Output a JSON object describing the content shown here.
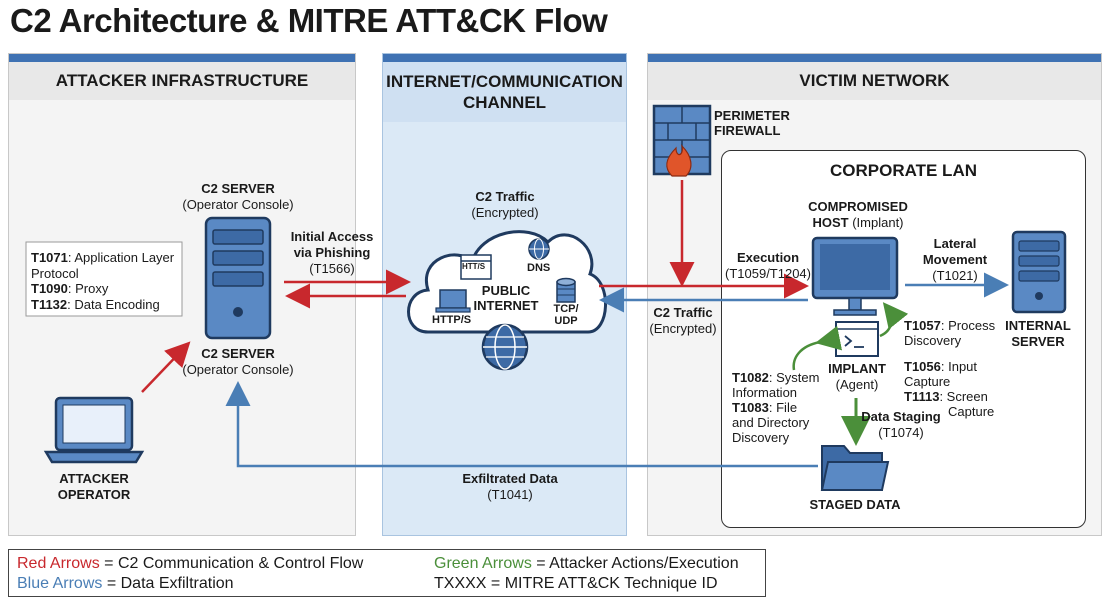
{
  "title": "C2 Architecture & MITRE ATT&CK Flow",
  "colors": {
    "red_arrow": "#c8282d",
    "blue_arrow": "#4a7eb5",
    "green_arrow": "#4b8f3a",
    "panel_header_accent": "#3f72b3",
    "internet_panel_bg": "#dbe9f6"
  },
  "panels": {
    "attacker": "ATTACKER INFRASTRUCTURE",
    "internet": [
      "INTERNET/COMMUNICATION",
      "CHANNEL"
    ],
    "victim": "VICTIM NETWORK"
  },
  "attacker": {
    "c2_server_top": {
      "name": "C2 SERVER",
      "sub": "(Operator Console)"
    },
    "c2_server_bottom": {
      "name": "C2 SERVER",
      "sub": "(Operator Console)"
    },
    "techniques_box": [
      {
        "id": "T1071",
        "desc": "Application Layer"
      },
      {
        "id": "",
        "desc": "Protocol"
      },
      {
        "id": "T1090",
        "desc": "Proxy"
      },
      {
        "id": "T1132",
        "desc": "Data Encoding"
      }
    ],
    "operator": [
      "ATTACKER",
      "OPERATOR"
    ]
  },
  "internet": {
    "c2_traffic": {
      "label": "C2 Traffic",
      "sub": "(Encrypted)"
    },
    "cloud": {
      "https_top": "HTT/S",
      "dns": "DNS",
      "public": "PUBLIC",
      "internet": "INTERNET",
      "https": "HTTP/S",
      "tcp": "TCP/",
      "udp": "UDP"
    },
    "initial_access": {
      "line1": "Initial Access",
      "line2": "via Phishing",
      "code": "(T1566)"
    },
    "exfil": {
      "label": "Exfiltrated Data",
      "code": "(T1041)"
    }
  },
  "victim": {
    "firewall": [
      "PERIMETER",
      "FIREWALL"
    ],
    "corporate_lan": "CORPORATE LAN",
    "host": {
      "line1": "COMPROMISED",
      "line2": "HOST",
      "sub": "(Implant)"
    },
    "execution": {
      "label": "Execution",
      "code": "(T1059/T1204)"
    },
    "c2_traffic": {
      "label": "C2 Traffic",
      "sub": "(Encrypted)"
    },
    "lateral": {
      "line1": "Lateral",
      "line2": "Movement",
      "code": "(T1021)"
    },
    "internal_server": [
      "INTERNAL",
      "SERVER"
    ],
    "implant": {
      "name": "IMPLANT",
      "sub": "(Agent)"
    },
    "t1057": {
      "id": "T1057",
      "desc": "Process",
      "desc2": "Discovery"
    },
    "t1056": {
      "id": "T1056",
      "desc": "Input",
      "desc2": "Capture"
    },
    "t1113": {
      "id": "T1113",
      "desc": "Screen",
      "desc2": "Capture"
    },
    "t1082": {
      "id": "T1082",
      "desc": "System",
      "desc2": "Information"
    },
    "t1083": {
      "id": "T1083",
      "desc": "File",
      "desc2": "and Directory",
      "desc3": "Discovery"
    },
    "staging": {
      "label": "Data Staging",
      "code": "(T1074)"
    },
    "staged": "STAGED DATA"
  },
  "legend": {
    "red_key": "Red Arrows",
    "red_desc": " = C2 Communication & Control Flow",
    "blue_key": "Blue Arrows",
    "blue_desc": " = Data Exfiltration",
    "green_key": "Green Arrows",
    "green_desc": " = Attacker Actions/Execution",
    "txxxx": "TXXXX = MITRE ATT&CK Technique ID"
  }
}
